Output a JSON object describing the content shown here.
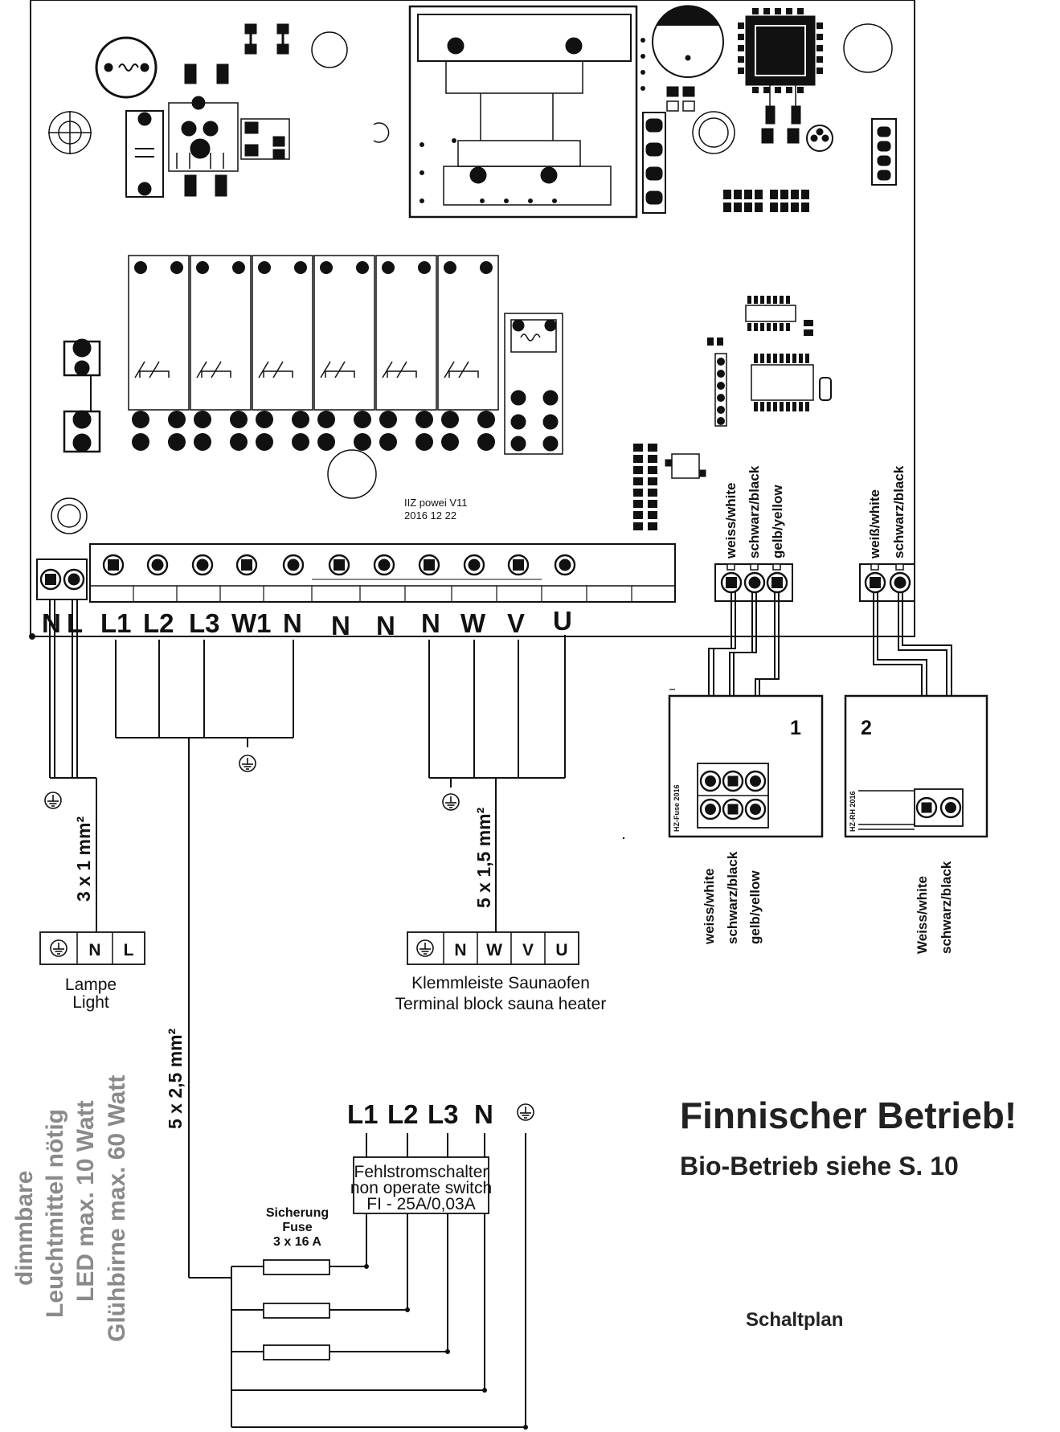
{
  "board": {
    "marking_line1": "IIZ powei  V11",
    "marking_line2": "2016 12 22",
    "terminals": [
      "N",
      "L",
      "L1",
      "L2",
      "L3",
      "W1",
      "N",
      "N",
      "N",
      "N",
      "W",
      "V",
      "U"
    ]
  },
  "sensor_connector_1_wires": [
    "weiss/white",
    "schwarz/black",
    "gelb/yellow"
  ],
  "sensor_connector_2_wires": [
    "weiß/white",
    "schwarz/black"
  ],
  "sensor1": {
    "number": "1",
    "board_label": "HZ-Fuse 2016",
    "wires": [
      "weiss/white",
      "schwarz/black",
      "gelb/yellow"
    ]
  },
  "sensor2": {
    "number": "2",
    "board_label": "HZ-RH 2016",
    "wires": [
      "Weiss/white",
      "schwarz/black"
    ]
  },
  "lamp": {
    "cable": "3 x 1 mm²",
    "terminals": [
      "N",
      "L"
    ],
    "caption_de": "Lampe",
    "caption_en": "Light"
  },
  "heater": {
    "cable": "5 x 1,5 mm²",
    "terminals": [
      "N",
      "W",
      "V",
      "U"
    ],
    "caption_de": "Klemmleiste Saunaofen",
    "caption_en": "Terminal block sauna heater"
  },
  "supply": {
    "cable": "5 x 2,5 mm²",
    "terminals": [
      "L1",
      "L2",
      "L3",
      "N"
    ],
    "rcd_line1": "Fehlstromschalter",
    "rcd_line2": "non operate switch",
    "rcd_line3": "FI - 25A/0,03A",
    "fuse_line1": "Sicherung",
    "fuse_line2": "Fuse",
    "fuse_line3": "3 x 16 A"
  },
  "lamp_note": [
    "dimmbare",
    "Leuchtmittel nötig",
    "LED max. 10 Watt",
    "Glühbirne max. 60 Watt"
  ],
  "title": "Finnischer Betrieb!",
  "subtitle": "Bio-Betrieb siehe S. 10",
  "footer": "Schaltplan",
  "icons": [
    "ground-symbol-icon"
  ],
  "colors": {
    "ink": "#111111",
    "note_grey": "#8a8a8a"
  }
}
